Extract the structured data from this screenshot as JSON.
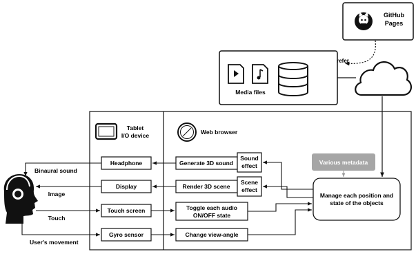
{
  "github": {
    "line1": "GitHub",
    "line2": "Pages",
    "icon": "github-octocat-icon"
  },
  "refer_label": "refer",
  "media": {
    "label": "Media files",
    "icons": [
      "play-file-icon",
      "music-file-icon",
      "database-icon"
    ]
  },
  "cloud": {
    "icon": "cloud-icon"
  },
  "tablet": {
    "line1": "Tablet",
    "line2": "I/O device",
    "icon": "tablet-icon"
  },
  "browser": {
    "label": "Web browser",
    "icon": "compass-browser-icon"
  },
  "user": {
    "icon": "user-head-headphone-icon"
  },
  "devices": [
    "Headphone",
    "Display",
    "Touch screen",
    "Gyro sensor"
  ],
  "processes": {
    "sound": "Generate 3D sound",
    "render": "Render 3D scene",
    "toggle_l1": "Toggle each audio",
    "toggle_l2": "ON/OFF state",
    "view": "Change view-angle"
  },
  "effects": {
    "sound_l1": "Sound",
    "sound_l2": "effect",
    "scene_l1": "Scene",
    "scene_l2": "effect"
  },
  "metadata": "Various metadata",
  "manager": {
    "line1": "Manage each position and",
    "line2": "state of the objects"
  },
  "io_labels": {
    "binaural": "Binaural sound",
    "image": "Image",
    "touch": "Touch",
    "movement": "User's movement"
  },
  "colors": {
    "metadata_fill": "#a6a6a6",
    "stroke": "#111111"
  }
}
